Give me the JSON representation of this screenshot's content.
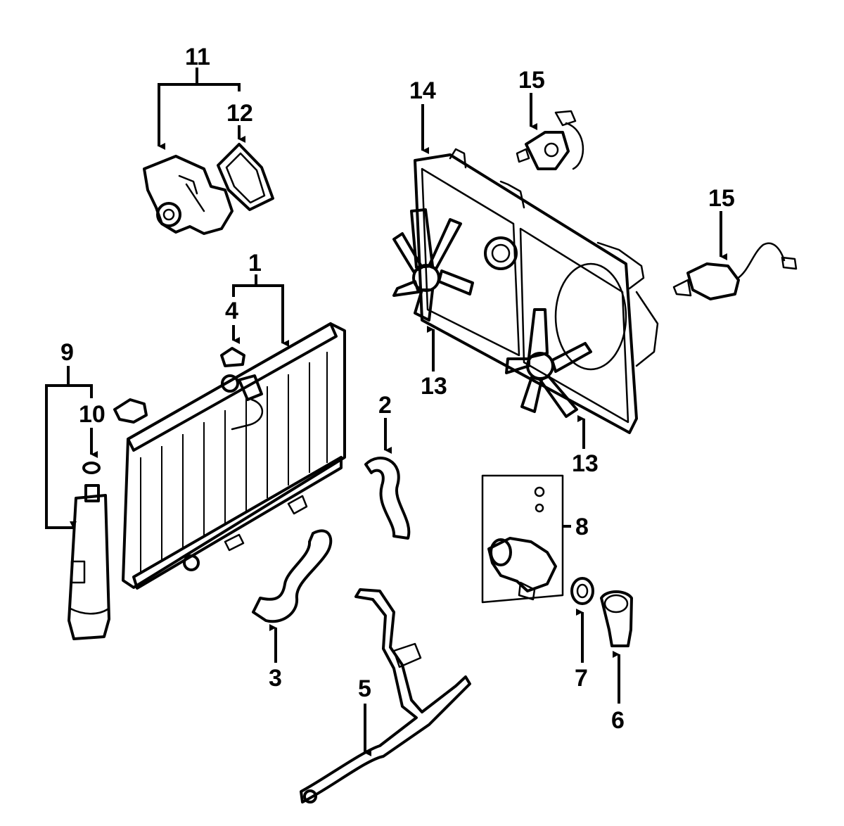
{
  "diagram": {
    "background": "#ffffff",
    "ink": "#000000",
    "callouts": {
      "c1": "1",
      "c2": "2",
      "c3": "3",
      "c4": "4",
      "c5": "5",
      "c6": "6",
      "c7": "7",
      "c8": "8",
      "c9": "9",
      "c10": "10",
      "c11": "11",
      "c12": "12",
      "c13a": "13",
      "c13b": "13",
      "c14": "14",
      "c15a": "15",
      "c15b": "15"
    }
  }
}
